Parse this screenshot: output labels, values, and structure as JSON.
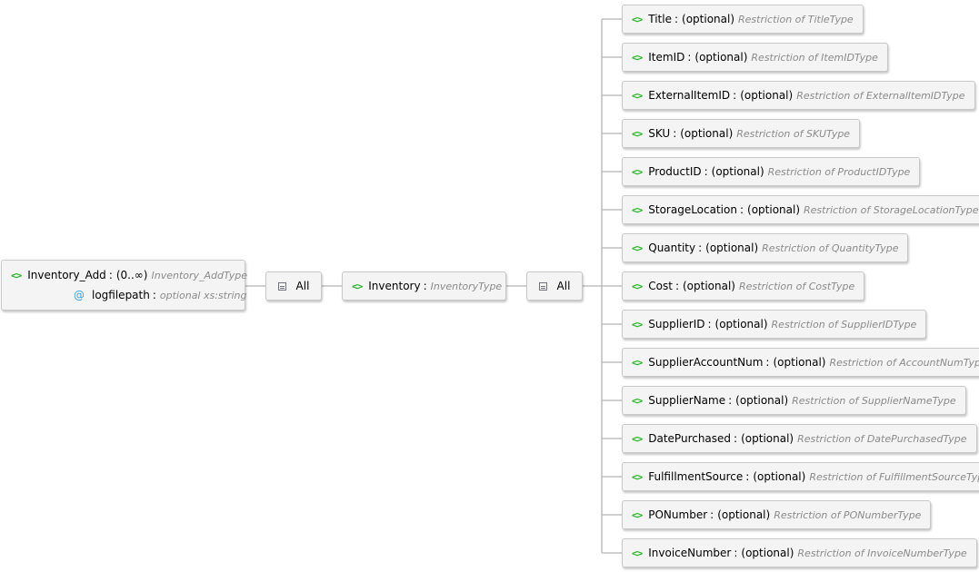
{
  "root": {
    "icon": "element-icon",
    "name": "Inventory_Add",
    "occurrence": "(0..∞)",
    "type": "Inventory_AddType",
    "attribute": {
      "icon": "attribute-icon",
      "name": "logfilepath",
      "type": "optional xs:string"
    }
  },
  "compositor1": {
    "icon": "all-compositor-icon",
    "label": "All"
  },
  "inventory": {
    "icon": "element-icon",
    "name": "Inventory",
    "type": "InventoryType"
  },
  "compositor2": {
    "icon": "all-compositor-icon",
    "label": "All"
  },
  "children": [
    {
      "name": "Title",
      "occurrence": "(optional)",
      "type": "Restriction of TitleType"
    },
    {
      "name": "ItemID",
      "occurrence": "(optional)",
      "type": "Restriction of ItemIDType"
    },
    {
      "name": "ExternalItemID",
      "occurrence": "(optional)",
      "type": "Restriction of ExternalItemIDType"
    },
    {
      "name": "SKU",
      "occurrence": "(optional)",
      "type": "Restriction of SKUType"
    },
    {
      "name": "ProductID",
      "occurrence": "(optional)",
      "type": "Restriction of ProductIDType"
    },
    {
      "name": "StorageLocation",
      "occurrence": "(optional)",
      "type": "Restriction of StorageLocationType"
    },
    {
      "name": "Quantity",
      "occurrence": "(optional)",
      "type": "Restriction of QuantityType"
    },
    {
      "name": "Cost",
      "occurrence": "(optional)",
      "type": "Restriction of CostType"
    },
    {
      "name": "SupplierID",
      "occurrence": "(optional)",
      "type": "Restriction of SupplierIDType"
    },
    {
      "name": "SupplierAccountNum",
      "occurrence": "(optional)",
      "type": "Restriction of AccountNumType"
    },
    {
      "name": "SupplierName",
      "occurrence": "(optional)",
      "type": "Restriction of SupplierNameType"
    },
    {
      "name": "DatePurchased",
      "occurrence": "(optional)",
      "type": "Restriction of DatePurchasedType"
    },
    {
      "name": "FulfillmentSource",
      "occurrence": "(optional)",
      "type": "Restriction of FulfillmentSourceType"
    },
    {
      "name": "PONumber",
      "occurrence": "(optional)",
      "type": "Restriction of PONumberType"
    },
    {
      "name": "InvoiceNumber",
      "occurrence": "(optional)",
      "type": "Restriction of InvoiceNumberType"
    }
  ],
  "colors": {
    "element_icon": "#22b422",
    "attribute_icon": "#3aa0e6",
    "type_text": "#8a8a8a",
    "node_fill": "#f4f4f4",
    "node_border": "#c8c8c8",
    "connector": "#b4b4b4"
  }
}
